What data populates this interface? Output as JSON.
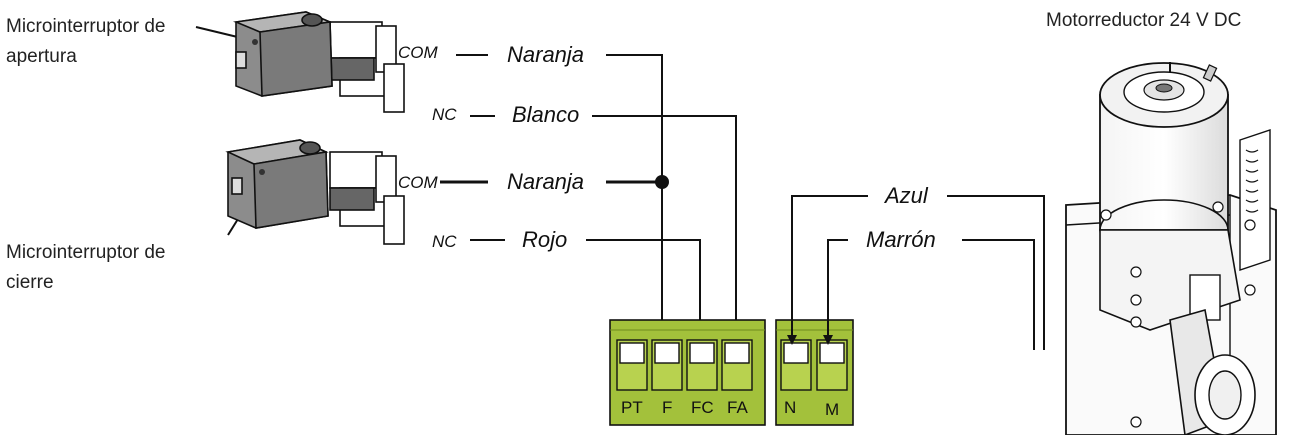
{
  "labels": {
    "switch_open_line1": "Microinterruptor de",
    "switch_open_line2": "apertura",
    "switch_close_line1": "Microinterruptor de",
    "switch_close_line2": "cierre",
    "motor": "Motorreductor 24 V DC"
  },
  "pins": {
    "com_1": "COM",
    "nc_1": "NC",
    "com_2": "COM",
    "nc_2": "NC"
  },
  "wires": {
    "naranja_1": "Naranja",
    "blanco": "Blanco",
    "naranja_2": "Naranja",
    "rojo": "Rojo",
    "azul": "Azul",
    "marron": "Marrón"
  },
  "terminals": {
    "block_a": [
      "PT",
      "F",
      "FC",
      "FA"
    ],
    "block_b": [
      "N",
      "M"
    ]
  },
  "colors": {
    "terminal_green": "#a3c13b",
    "terminal_dark": "#6f8a1e",
    "switch_body": "#8c8c8c",
    "wire": "#111111"
  }
}
